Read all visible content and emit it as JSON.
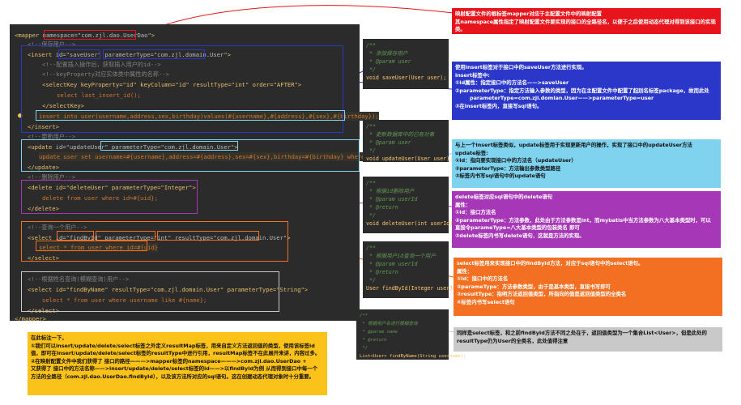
{
  "xml": {
    "mapper_open": [
      "<mapper ",
      "namespace=\"com.zjl.dao.UserDao\"",
      ">"
    ],
    "cmt_save": "<!--保存用户-->",
    "insert_open": [
      "<insert ",
      "id=\"saveUser\"",
      " ",
      "parameterType=\"com.zjl.domain.User\"",
      ">"
    ],
    "cmt_keyprop1": "<!--配置插入操作后，获取插入用户的id-->",
    "cmt_keyprop2": "<!--keyProperty对应实体类中属性的名称-->",
    "selectkey": "<selectKey keyProperty=\"id\" keyColumn=\"id\" resultType=\"int\" order=\"AFTER\">",
    "select_last": "select last_insert_id();",
    "selectkey_close": "</selectKey>",
    "insert_sql": "insert into user(username,address,sex,birthday)values(#{username},#{address},#{sex},#{birthday});",
    "insert_close": "</insert>",
    "cmt_update": "<!--更新用户-->",
    "update_open": [
      "<update ",
      "id=\"updateUser\"",
      " ",
      "parameterType=\"com.zjl.domain.User\"",
      ">"
    ],
    "update_sql": "update user set username=#{username},address=#{address},sex=#{sex},birthday=#{birthday} where id=#{id}",
    "update_close": "</update>",
    "cmt_delete": "<!--删除用户-->",
    "delete_open": "<delete id=\"deleteUser\" parameterType=\"Integer\">",
    "delete_sql": "delete from user where id=#{uid};",
    "delete_close": "</delete>",
    "cmt_select1": "<!--查询一个用户-->",
    "select_open": [
      "<select ",
      "id=\"findById\"",
      " ",
      "parameterType=\"int\"",
      " ",
      "resultType=\"com.zjl.domain.User\"",
      ">"
    ],
    "select_sql": "select * from user where id=#{uid}",
    "select_close": "</select>",
    "cmt_select2": "<!--根据姓名查询(模糊查询)用户-->",
    "select2_open": "<select id=\"findByName\" resultType=\"com.zjl.domain.User\" parameterType=\"String\">",
    "select2_sql": "select * from user where username like #{name};",
    "select2_close": "</select>",
    "mapper_close": "</mapper>"
  },
  "java": {
    "save": {
      "c1": "/**",
      "c2": " * 添加保存用户",
      "c3": " * @param user",
      "c4": " */",
      "code": "void saveUser(User user);"
    },
    "update": {
      "c1": "/**",
      "c2": " * 更新数据库中的已有对象",
      "c3": " * @param user",
      "c4": " */",
      "code": "void updateUser(User user);"
    },
    "delete": {
      "c1": "/**",
      "c2": " * 根据id删除用户",
      "c3": " * @param userId",
      "c4": " * @return",
      "c5": " */",
      "code": "void deleteUser(int userId);"
    },
    "find": {
      "c1": "/**",
      "c2": " * 根据用户id查询一个用户",
      "c3": " * @param userId",
      "c4": " * @return",
      "c5": " */",
      "code": "User findById(Integer userId);"
    },
    "findname": {
      "c1": "/**",
      "c2": " * 根据用户名进行模糊查询",
      "c3": " * @param name",
      "c4": " * @return",
      "c5": " */",
      "code": "List<User> findByName(String username);"
    }
  },
  "notes": {
    "red": [
      "映射配置文件的根标签mapper对应于主配置文件中的映射配置",
      "其namespace属性指定了映射配置文件要实现的接口的全路径名，以便于之后使用动态代理对得到该接口的实现类。"
    ],
    "blue": [
      "使用insert标签对于接口中的saveUser方法进行实现。",
      "insert标签中:",
      "①id属性：指定接口中的方法名——>saveUser",
      "②parameterType：指定方法输入参数的类型，因为在主配置文件中配置了起别名标签package，故而此处",
      "parameterType=com.zjl.domian.User——>parameterType=user",
      "③在insert标签内，直接写sql语句。"
    ],
    "cyan": [
      "与上一个insert标签类似，update标签用于实现更新用户的操作，实现了接口中的updateUser方法",
      "update标签:",
      "①id：指向要实现接口中的方法名（updateUser）",
      "②parameterType：方法输出参数类型路径",
      "③标签内书写sql语句中的update语句"
    ],
    "purple": [
      "delete标签对应sql语句中的delete语句",
      "属性：",
      "①id：接口方法名",
      "②parameterType：方法参数，此处由于方法参数是int，而mybatis中当方法参数为八大基本类型时，可以",
      "直接令parameType=八大基本类型的包装类名 即可",
      "③delete标签内书写delete语句，这就是方法的实现。"
    ],
    "orange": [
      "select标签用来实现接口中的findById方法，对应于sql语句中的select语句。",
      "属性：",
      "①id：接口中的方法名",
      "②parameType：方法参数类型，由于是基本类型，直接书写即可",
      "③resultType：指明方法返回值类型，所指向的值是返回值类型的全类名",
      "④标签内书写select语句"
    ],
    "gray": [
      "同样是select标签，和之前findById方法不同之处在于，返回值类型为一个集合List<User>，但是此处的",
      "resultType仍为User的全类名，此处值得注意"
    ],
    "yellow": [
      "在此标注一下，",
      "①我们可以insert/update/delete/select标签之外定义resultMap标签，用来自定义方法返回值的类型，使用该标签id",
      "值，即可在insert/update/delete/select标签的resultType中进行引用，resultMap标签不在此展开来讲，内容过多。",
      "②在映射配置文件中我们获得了 接口的路径———>mapper标签的namespace———>com.zjl.dao.UserDao   +",
      "又获得了 接口中的方法名称——>insert/update/delete/select标签的id——>以findById为例  从而得到接口中每一个",
      "方法的全路径（com.zjl.dao.UserDao.findById），以及该方法所对应的sql语句。这在创建动态代理对象时十分重要。"
    ]
  },
  "colors": {
    "red": "#e8141b",
    "blue": "#2b37c9",
    "cyan": "#7fd3ee",
    "purple": "#a638b8",
    "orange": "#f36f21",
    "gray": "#c9c9c9",
    "yellow": "#fbc21a",
    "editor_bg": "#2b2b2b"
  },
  "icons": {
    "gutter": "lightbulb-icon"
  }
}
